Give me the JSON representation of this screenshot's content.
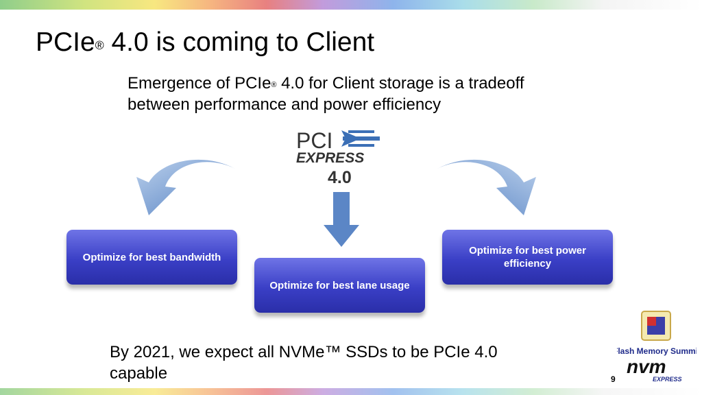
{
  "slide": {
    "title_pre": "PCIe",
    "title_mark": "®",
    "title_post": " 4.0 is coming to Client",
    "subtitle_pre": "Emergence of PCIe",
    "subtitle_mark": "®",
    "subtitle_post": " 4.0 for Client storage is a tradeoff between performance and power efficiency",
    "options": [
      "Optimize for best bandwidth",
      "Optimize for best lane usage",
      "Optimize for best power efficiency"
    ],
    "bottom_text": "By 2021, we expect all NVMe™ SSDs to be PCIe 4.0 capable",
    "page_number": "9"
  },
  "logos": {
    "pci_top": "PCI",
    "pci_express": "EXPRESS",
    "pci_version": "4.0",
    "fms_caption": "Flash Memory Summit",
    "nvm_text": "nvm",
    "nvm_express": "EXPRESS"
  },
  "colors": {
    "box_top": "#6f74e6",
    "box_bottom": "#2a2ea8",
    "arrow_blue": "#5b86c6"
  }
}
